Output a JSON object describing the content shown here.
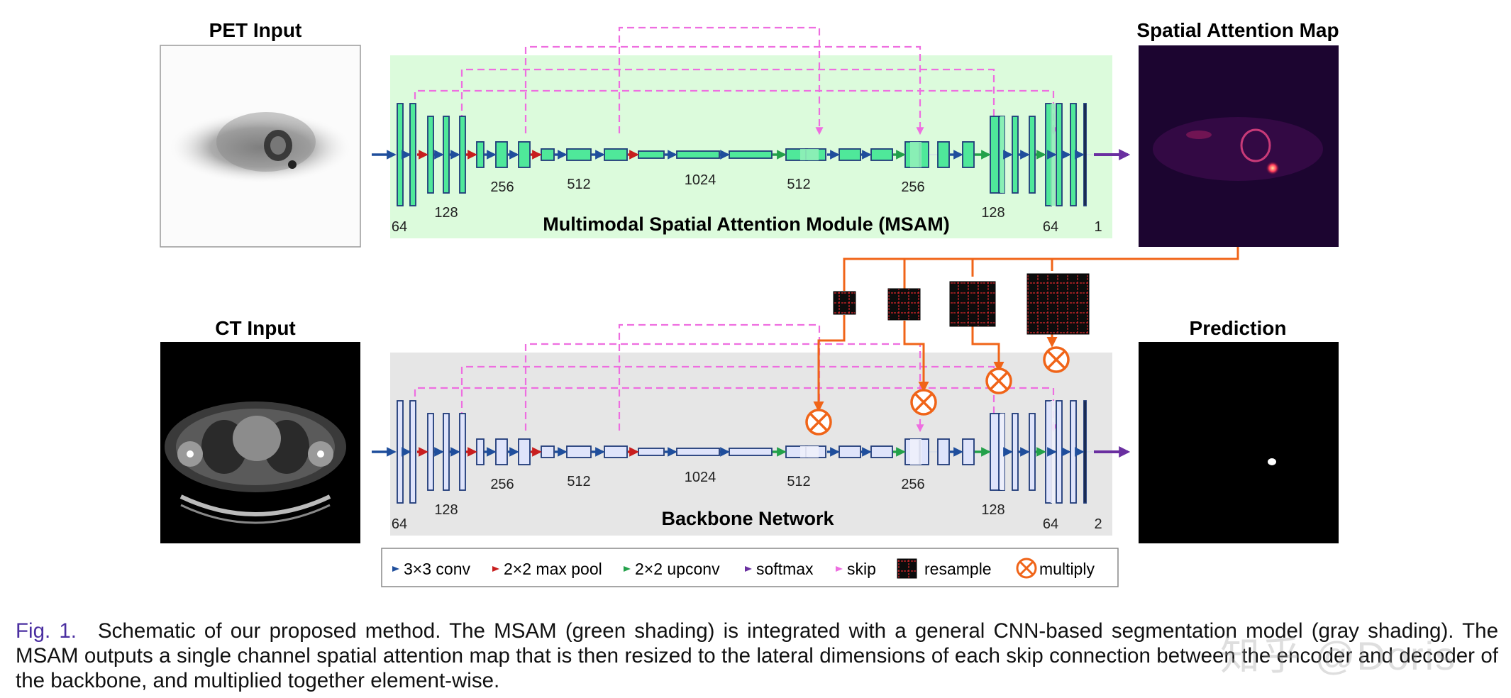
{
  "titles": {
    "pet_input": "PET Input",
    "ct_input": "CT Input",
    "attention_map": "Spatial Attention Map",
    "prediction": "Prediction"
  },
  "modules": {
    "msam": "Multimodal Spatial Attention Module (MSAM)",
    "backbone": "Backbone Network"
  },
  "channels": {
    "c64": "64",
    "c128": "128",
    "c256": "256",
    "c512": "512",
    "c1024": "1024",
    "out_msam": "1",
    "out_backbone": "2"
  },
  "legend": {
    "conv": "3×3 conv",
    "maxpool": "2×2 max pool",
    "upconv": "2×2 upconv",
    "softmax": "softmax",
    "skip": "skip",
    "resample": "resample",
    "multiply": "multiply"
  },
  "colors": {
    "conv": "#1f4e9c",
    "maxpool": "#c81e1e",
    "upconv": "#23a14a",
    "softmax": "#6a2fa0",
    "skip": "#ee6ee0",
    "orange": "#f06418",
    "msam_bg": "#dcfbdc",
    "backbone_bg": "#e6e6e6",
    "msam_block": "#4fe89a",
    "backbone_block": "#dfe4fb"
  },
  "caption": {
    "fig_number": "Fig. 1.",
    "text": "Schematic of our proposed method. The MSAM (green shading) is integrated with a general CNN-based segmentation model (gray shading). The MSAM outputs a single channel spatial attention map that is then resized to the lateral dimensions of each skip connection between the encoder and decoder of the backbone, and multiplied together element-wise."
  },
  "watermark": "知乎 @Doris"
}
